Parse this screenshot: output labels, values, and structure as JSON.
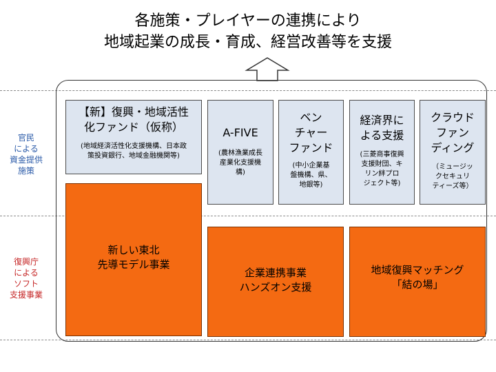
{
  "title": {
    "line1": "各施策・プレイヤーの連携により",
    "line2": "地域起業の成長・育成、経営改善等を支援"
  },
  "side_labels": {
    "government": "官民\nによる\n資金提供\n施策",
    "reconstruction": "復興庁\nによる\nソフト\n支援事業"
  },
  "funding_boxes": [
    {
      "title": "【新】復興・地域活性\n化ファンド（仮称）",
      "detail": "(地域経済活性化支援機構、日本政\n策投資銀行、地域金融機関等)"
    },
    {
      "title": "A-FIVE",
      "detail": "(農林漁業成長\n産業化支援機\n構)"
    },
    {
      "title": "ベン\nチャー\nファンド",
      "detail": "(中小企業基\n盤機構、県、\n地銀等)"
    },
    {
      "title": "経済界に\nよる支援",
      "detail": "(三菱商事復興\n支援財団、キ\nリン絆プロ\nジェクト等)"
    },
    {
      "title": "クラウド\nファン\nディング",
      "detail": "（ミュージッ\nクセキュリ\nティーズ等）"
    }
  ],
  "support_boxes": [
    {
      "label": "新しい東北\n先導モデル事業"
    },
    {
      "label": "企業連携事業\nハンズオン支援"
    },
    {
      "label": "地域復興マッチング\n「結の場」"
    }
  ],
  "colors": {
    "funding_fill": "#dde5f0",
    "support_fill": "#f46a12",
    "government_label": "#2a5aa8",
    "reconstruction_label": "#c62828"
  }
}
